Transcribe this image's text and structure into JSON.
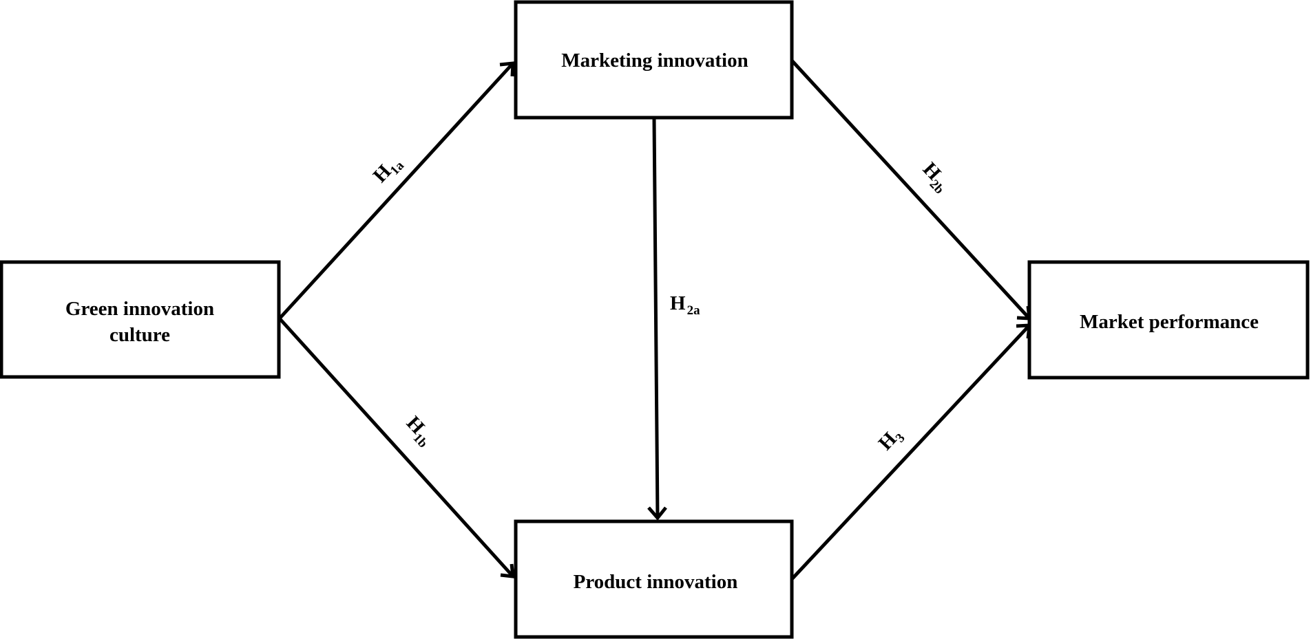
{
  "nodes": {
    "green": {
      "lines": [
        "Green innovation",
        "culture"
      ]
    },
    "marketing": {
      "lines": [
        "Marketing innovation"
      ]
    },
    "product": {
      "lines": [
        "Product innovation"
      ]
    },
    "performance": {
      "lines": [
        "Market performance"
      ]
    }
  },
  "edges": {
    "h1a": {
      "letter": "H",
      "sub": "1a"
    },
    "h1b": {
      "letter": "H",
      "sub": "1b"
    },
    "h2a": {
      "letter": "H",
      "sub": "2a"
    },
    "h2b": {
      "letter": "H",
      "sub": "2b"
    },
    "h3": {
      "letter": "H",
      "sub": "3"
    }
  },
  "colors": {
    "stroke": "#000000",
    "background": "#ffffff"
  }
}
